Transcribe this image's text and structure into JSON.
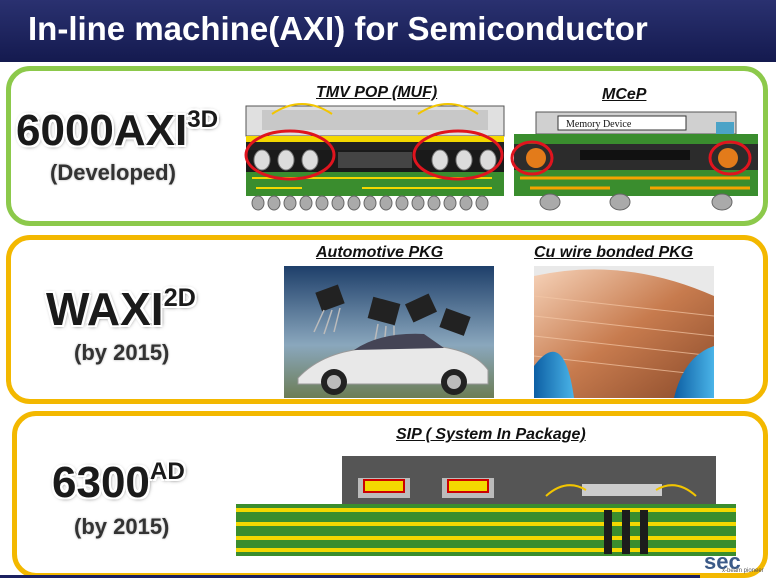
{
  "title": "In-line machine(AXI)  for Semiconductor",
  "rows": [
    {
      "model": "6000AXI",
      "sup": "3D",
      "status": "(Developed)",
      "images": [
        {
          "caption": "TMV POP (MUF)"
        },
        {
          "caption": "MCeP",
          "inner_label": "Memory Device"
        }
      ]
    },
    {
      "model": "WAXI",
      "sup": "2D",
      "status": "(by 2015)",
      "images": [
        {
          "caption": "Automotive PKG"
        },
        {
          "caption": "Cu wire bonded PKG"
        }
      ]
    },
    {
      "model": "6300",
      "sup": "AD",
      "status": "(by 2015)",
      "images": [
        {
          "caption": "SIP ( System In Package)"
        }
      ]
    }
  ],
  "logo": {
    "text": "sec",
    "tagline": "x-beam pioneer"
  },
  "colors": {
    "title_bg": "#1b2060",
    "row1_border": "#8cc94b",
    "row_border": "#f3b800",
    "highlight": "#e0141e"
  }
}
